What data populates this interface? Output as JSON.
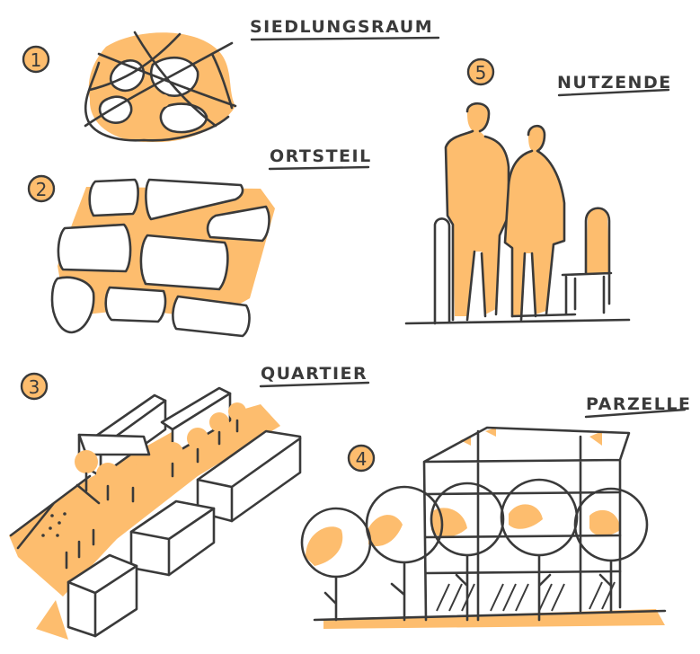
{
  "colors": {
    "accent": "#fdbd6e",
    "ink": "#3a3a3a",
    "background": "#ffffff"
  },
  "panels": [
    {
      "number": "1",
      "title": "SIEDLUNGSRAUM"
    },
    {
      "number": "2",
      "title": "ORTSTEIL"
    },
    {
      "number": "3",
      "title": "QUARTIER"
    },
    {
      "number": "4",
      "title": "PARZELLE"
    },
    {
      "number": "5",
      "title": "NUTZENDE"
    }
  ]
}
